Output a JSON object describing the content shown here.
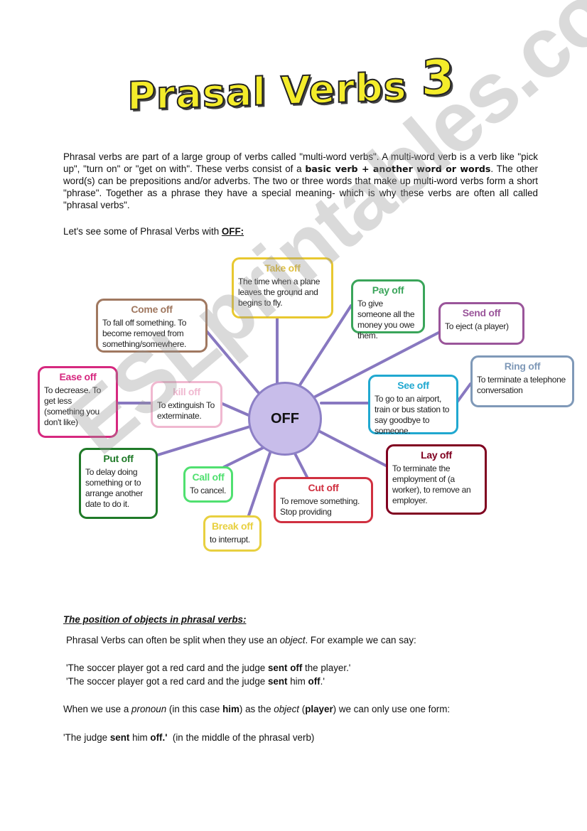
{
  "title": {
    "text": "Prasal Verbs",
    "number": "3"
  },
  "watermark": "ESLprintables.com",
  "intro": {
    "p1": "Phrasal verbs are part of a large group of verbs called \"multi-word verbs\". A multi-word verb is a verb like \"pick up\", \"turn on\" or \"get on with\". These verbs consist of a ",
    "p1_bold": "basic verb + another word or words",
    "p1_rest": ". The other word(s) can be prepositions and/or adverbs. The two or three words that make up multi-word verbs form a short \"phrase\". Together as a phrase they have a special meaning- which is why these verbs are often all called \"phrasal verbs\".",
    "lead": "Let's see some of Phrasal Verbs with ",
    "lead_bold": "OFF:"
  },
  "diagram": {
    "center": "OFF",
    "line_color": "#8878c0",
    "boxes": [
      {
        "title": "Take off",
        "text": "The time when a plane leaves the ground and begins to fly.",
        "color": "#e8c830"
      },
      {
        "title": "Pay off",
        "text": "To give someone all the money you owe them.",
        "color": "#3aa55a"
      },
      {
        "title": "Send off",
        "text": "To eject (a player)",
        "color": "#9a559a"
      },
      {
        "title": "Come off",
        "text": "To fall off something. To become removed from something/somewhere.",
        "color": "#a07860"
      },
      {
        "title": "Ring off",
        "text": "To terminate a telephone conversation",
        "color": "#7f99b8"
      },
      {
        "title": "Ease off",
        "text": "To decrease. To get less (something you don't like)",
        "color": "#d6287f"
      },
      {
        "title": "kill off",
        "text": "To extinguish To exterminate.",
        "color": "#f0b8d0"
      },
      {
        "title": "See off",
        "text": "To go to an airport, train or bus station to say goodbye to someone.",
        "color": "#20a8d0"
      },
      {
        "title": "Put off",
        "text": "To delay doing something or to arrange another date to do it.",
        "color": "#1f7a28"
      },
      {
        "title": "Call off",
        "text": "To cancel.",
        "color": "#50e070"
      },
      {
        "title": "Lay off",
        "text": "To terminate the employment of (a worker), to remove an employer.",
        "color": "#800020"
      },
      {
        "title": "Cut off",
        "text": "To remove something. Stop providing",
        "color": "#d03040"
      },
      {
        "title": "Break off",
        "text": "to interrupt.",
        "color": "#e8d040"
      }
    ]
  },
  "position": {
    "heading": "The position of objects in phrasal verbs:",
    "l1a": "Phrasal Verbs can often be split when they use an ",
    "l1i": "object",
    "l1b": ". For example we can say:",
    "l2a": "'The soccer player got a red card and the judge ",
    "l2b": "sent off",
    "l2c": " the player.'",
    "l3a": "'The soccer player got a red card and the judge ",
    "l3b": "sent",
    "l3c": " him ",
    "l3d": "off",
    "l3e": ".'",
    "l4a": "When we use a ",
    "l4b": "pronoun",
    "l4c": " (in this case ",
    "l4d": "him",
    "l4e": ") as the ",
    "l4f": "object",
    "l4g": " (",
    "l4h": "player",
    "l4i": ") we can only use one form:",
    "l5a": "'The judge ",
    "l5b": "sent",
    "l5c": " him ",
    "l5d": "off.'",
    "l5e": "  (in the middle of the phrasal verb)"
  }
}
